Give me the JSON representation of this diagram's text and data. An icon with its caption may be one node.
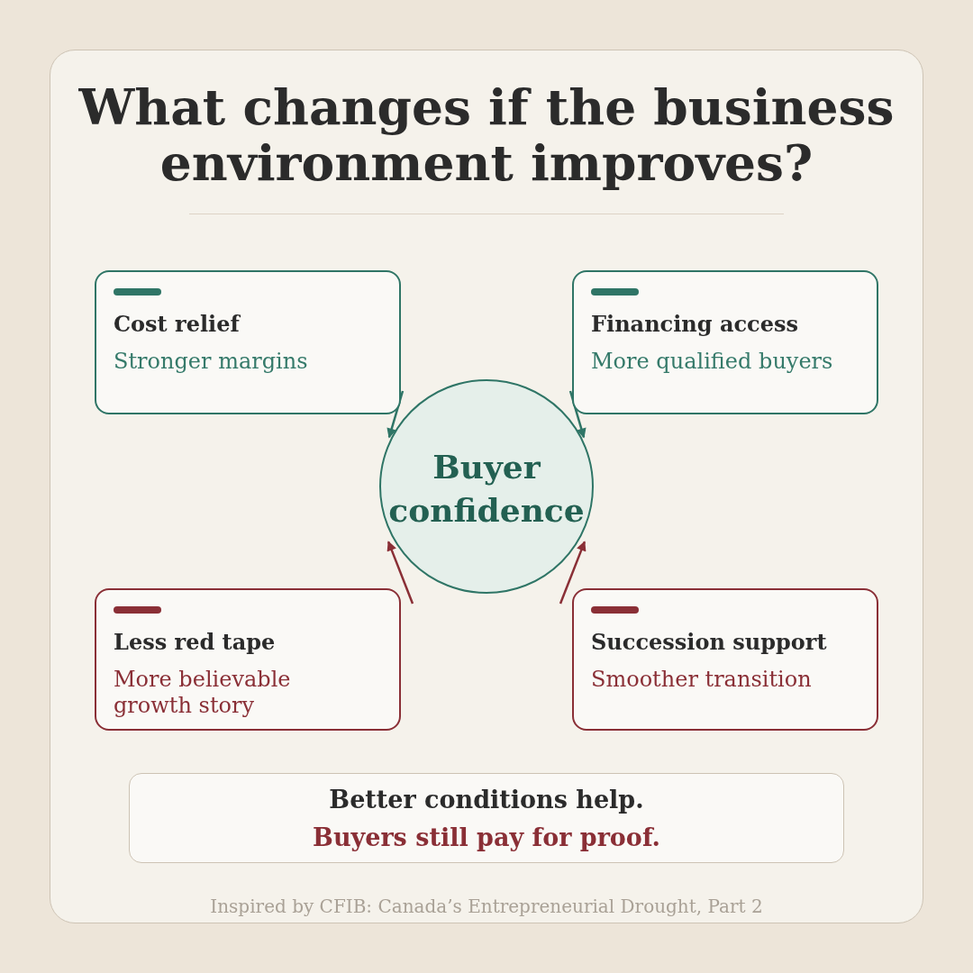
{
  "diagram": {
    "title": "What changes if the business environment improves?",
    "caption": "Inspired by CFIB: Canada’s Entrepreneurial Drought, Part 2",
    "nodes": [
      {
        "text": [
          "Cost relief",
          "Stronger margins"
        ]
      },
      {
        "text": [
          "Financing access",
          "More qualified buyers"
        ]
      },
      {
        "text": [
          "Buyer confidence"
        ]
      },
      {
        "text": [
          "Less red tape",
          "More believable growth story"
        ]
      },
      {
        "text": [
          "Succession support",
          "Smoother transition"
        ]
      },
      {
        "text": [
          "Better conditions help.",
          "Buyers still pay for proof."
        ]
      }
    ],
    "edges": [
      {
        "from": 0,
        "to": 2,
        "arrow": "to",
        "color": "#2f7566"
      },
      {
        "from": 1,
        "to": 2,
        "arrow": "to",
        "color": "#2f7566"
      },
      {
        "from": 3,
        "to": 2,
        "arrow": "to",
        "color": "#8a2f36"
      },
      {
        "from": 4,
        "to": 2,
        "arrow": "to",
        "color": "#8a2f36"
      }
    ]
  }
}
